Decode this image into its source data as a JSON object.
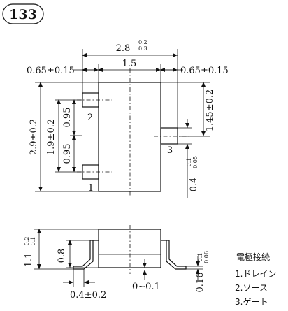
{
  "badge": "133",
  "dims": {
    "top_width": "2.8",
    "top_width_tol_upper": "0.2",
    "top_width_tol_lower": "0.3",
    "body_width": "1.5",
    "left_lead_offset": "0.65±0.15",
    "right_lead_offset": "0.65±0.15",
    "total_height": "2.9±0.2",
    "pin_pitch_sum": "1.9±0.2",
    "pitch_upper": "0.95",
    "pitch_lower": "0.95",
    "right_upper": "1.45±0.2",
    "lead_width": "0.4",
    "lead_width_tol_upper": "0.1",
    "lead_width_tol_lower": "0.05",
    "side_height": "1.1",
    "side_height_tol_upper": "0.2",
    "side_height_tol_lower": "0.1",
    "side_body": "0.8",
    "bottom_lead": "0.4±0.2",
    "standoff": "0~0.1",
    "lead_thick": "0.16",
    "lead_thick_tol_upper": "0.1",
    "lead_thick_tol_lower": "0.06"
  },
  "pins": {
    "pin1": "1",
    "pin2": "2",
    "pin3": "3"
  },
  "legend": {
    "title": "電極接続",
    "items": [
      "1.ドレイン",
      "2.ソース",
      "3.ゲート"
    ]
  }
}
